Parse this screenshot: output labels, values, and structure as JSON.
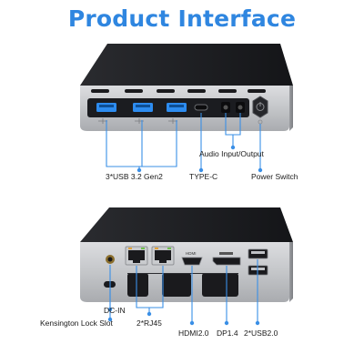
{
  "title": "Product Interface",
  "colors": {
    "accent": "#2f86e0",
    "callout": "#3a8fe6",
    "chassis_top": "#1b1c1f",
    "chassis_side": "#c8cacd",
    "port_blue": "#2d8cf0"
  },
  "front_labels": {
    "usb": "3*USB 3.2 Gen2",
    "typec": "TYPE-C",
    "audio": "Audio Input/Output",
    "power": "Power Switch"
  },
  "back_labels": {
    "kensington": "Kensington Lock Slot",
    "dcin": "DC-IN",
    "rj45": "2*RJ45",
    "hdmi": "HDMI2.0",
    "dp": "DP1.4",
    "usb2": "2*USB2.0"
  },
  "icons": {
    "power": "power-icon",
    "usb": "usb-logo-icon"
  }
}
